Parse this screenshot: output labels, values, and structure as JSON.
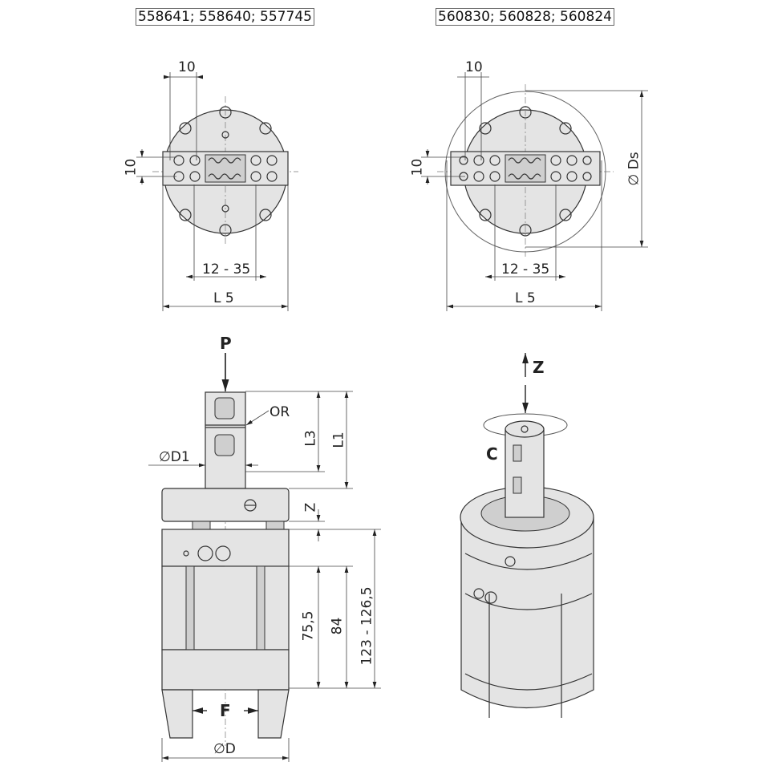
{
  "views": {
    "top_left": {
      "part_numbers": "558641; 558640; 557745",
      "dim_jaw_width": "10",
      "dim_jaw_height": "10",
      "dim_stroke": "12 - 35",
      "dim_length": "L 5"
    },
    "top_right": {
      "part_numbers": "560830; 560828; 560824",
      "dim_jaw_width": "10",
      "dim_jaw_height": "10",
      "dim_stroke": "12 - 35",
      "dim_length": "L 5",
      "dim_diameter": "∅ Ds"
    },
    "side": {
      "force": "P",
      "oring": "OR",
      "shank_diameter": "∅D1",
      "dim_l3": "L3",
      "dim_l1": "L1",
      "dim_z": "Z",
      "dim_75": "75,5",
      "dim_84": "84",
      "dim_total": "123 - 126,5",
      "grip_force": "F",
      "diameter": "∅D"
    },
    "iso": {
      "axis_z": "Z",
      "rotation_c": "C"
    }
  }
}
